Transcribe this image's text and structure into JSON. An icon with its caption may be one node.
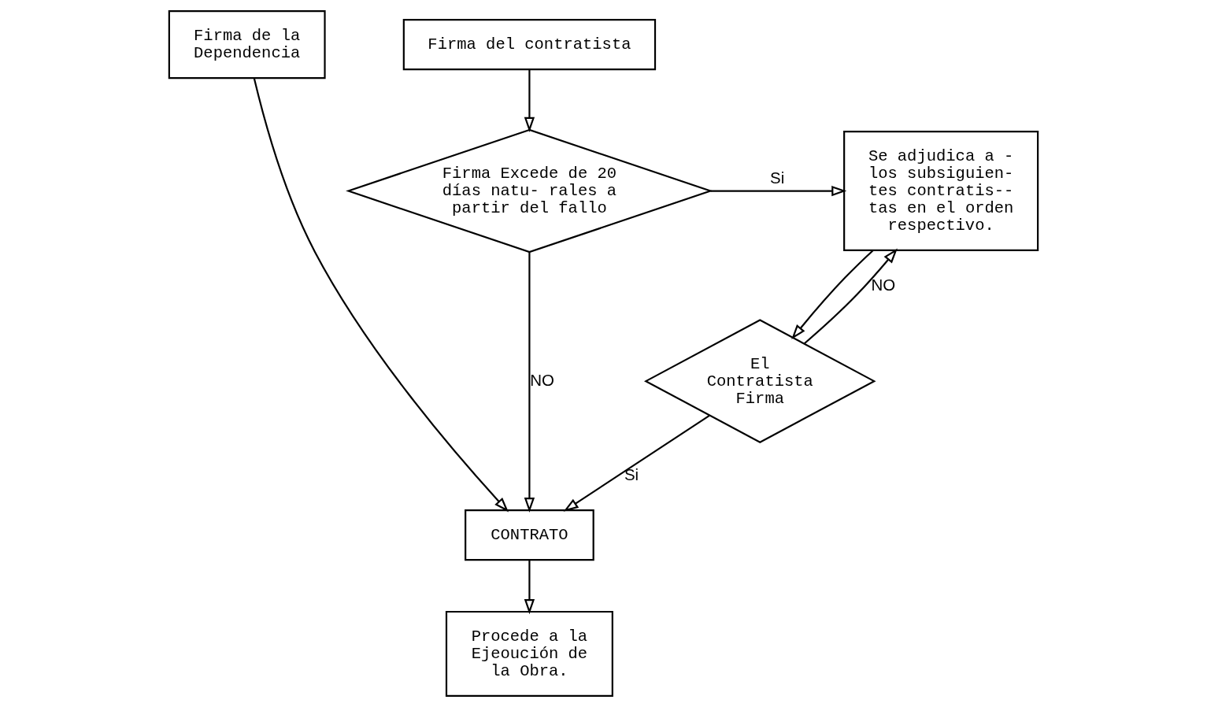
{
  "diagram": {
    "nodes": [
      {
        "text": [
          "Firma de la Dependencia"
        ]
      },
      {
        "text": [
          "Firma del contratista"
        ]
      },
      {
        "text": [
          "Firma Excede de 20 días natu- rales a partir del fallo"
        ]
      },
      {
        "text": [
          "Se adjudica a - los subsiguien- tes contratis-- tas en el orden respectivo."
        ]
      },
      {
        "text": [
          "CONTRATO"
        ]
      },
      {
        "text": [
          "El Contratista Firma"
        ]
      },
      {
        "text": [
          "Procede a la Ejeoución de la Obra."
        ]
      }
    ],
    "edges": [
      {
        "from": 0,
        "to": 4,
        "arrow": "to"
      },
      {
        "from": 1,
        "to": 2,
        "arrow": "to"
      },
      {
        "from": 2,
        "to": 3,
        "arrow": "to",
        "label": "Si"
      },
      {
        "from": 2,
        "to": 4,
        "arrow": "to",
        "label": "NO"
      },
      {
        "from": 3,
        "to": 5,
        "arrow": "to"
      },
      {
        "from": 5,
        "to": 3,
        "arrow": "to",
        "label": "NO"
      },
      {
        "from": 5,
        "to": 4,
        "arrow": "to",
        "label": "Si"
      },
      {
        "from": 4,
        "to": 6,
        "arrow": "to"
      }
    ]
  }
}
